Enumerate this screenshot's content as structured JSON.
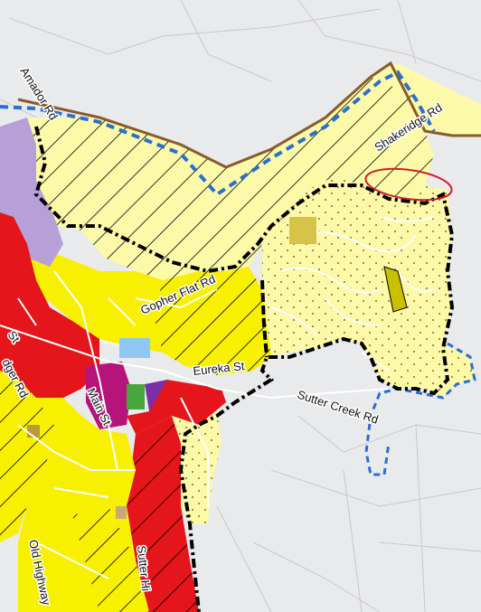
{
  "map": {
    "colors": {
      "background": "#e9eaec",
      "parcel_lines": "#c8c8ca",
      "residential_low": "#fcf9a8",
      "residential_yellow": "#f7f000",
      "commercial_red": "#e4151b",
      "lavender": "#b79fd8",
      "sky_blue": "#8ec6f4",
      "magenta": "#b5157a",
      "purple": "#7b2fa6",
      "green": "#47a73c",
      "tan": "#c7a97a",
      "olive": "#b99a3a",
      "city_boundary": "#000000",
      "sphere_boundary": "#2a6fd0",
      "brown_line": "#8a5a2b",
      "highlight_circle": "#d11f2a"
    },
    "road_labels": {
      "amador_rd": "Amador Rd",
      "shakeridge_rd": "Shakeridge Rd",
      "gopher_flat_rd": "Gopher Flat Rd",
      "eureka_st": "Eureka St",
      "sutter_creek_rd": "Sutter Creek Rd",
      "main_st": "Main St",
      "st_left": "St",
      "dger_rd": "dger Rd",
      "old_highway": "Old Highway",
      "sutter_hi": "Sutter Hi"
    }
  }
}
